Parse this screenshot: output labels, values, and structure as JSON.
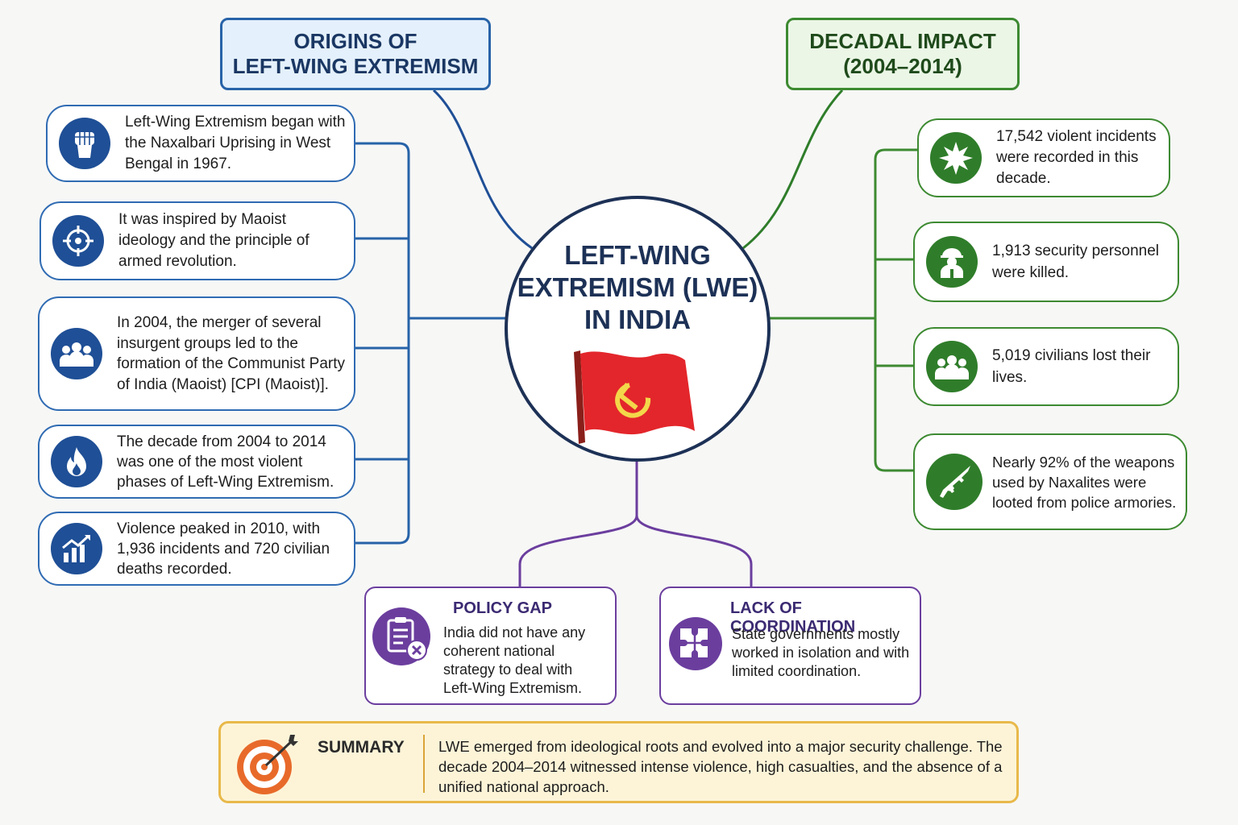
{
  "origins": {
    "header_line1": "ORIGINS OF",
    "header_line2": "LEFT-WING EXTREMISM",
    "items": [
      {
        "icon": "raised-fist-icon",
        "text": "Left-Wing Extremism began with the Naxalbari Uprising in West Bengal in 1967."
      },
      {
        "icon": "crosshair-icon",
        "text": "It was inspired by Maoist ideology and the principle of armed revolution."
      },
      {
        "icon": "group-icon",
        "text": "In 2004, the merger of several insurgent groups led to the formation of the Communist Party of India (Maoist) [CPI (Maoist)]."
      },
      {
        "icon": "flame-icon",
        "text": "The decade from 2004 to 2014 was one of the most violent phases of Left-Wing Extremism."
      },
      {
        "icon": "rising-chart-icon",
        "text": "Violence peaked in 2010, with 1,936 incidents and 720 civilian deaths recorded."
      }
    ]
  },
  "impact": {
    "header_line1": "DECADAL IMPACT",
    "header_line2": "(2004–2014)",
    "items": [
      {
        "icon": "explosion-icon",
        "text": "17,542 violent incidents were recorded in this decade."
      },
      {
        "icon": "soldier-icon",
        "text": "1,913 security personnel were killed."
      },
      {
        "icon": "civilians-icon",
        "text": "5,019 civilians lost their lives."
      },
      {
        "icon": "rifle-icon",
        "text": "Nearly 92% of the weapons used by Naxalites were looted from police armories."
      }
    ]
  },
  "center": {
    "line1": "LEFT-WING",
    "line2": "EXTREMISM (LWE)",
    "line3": "IN INDIA",
    "flag_icon": "hammer-sickle-flag-icon"
  },
  "policy_gap": {
    "title": "POLICY GAP",
    "text": "India did not have any coherent national strategy to deal with Left-Wing Extremism.",
    "icon": "clipboard-x-icon"
  },
  "coordination": {
    "title": "LACK OF COORDINATION",
    "text": "State governments mostly worked in isolation and with limited coordination.",
    "icon": "puzzle-icon"
  },
  "summary": {
    "title": "SUMMARY",
    "text": "LWE emerged from ideological roots and evolved into a major security challenge. The decade 2004–2014 witnessed intense violence, high casualties, and the absence of a unified national approach.",
    "icon": "target-arrow-icon"
  },
  "colors": {
    "blue": "#2f6bb3",
    "green": "#3d8a31",
    "purple": "#6b3e9e",
    "navy": "#1d3156",
    "gold": "#e8b94a",
    "flag_red": "#e3262b"
  }
}
